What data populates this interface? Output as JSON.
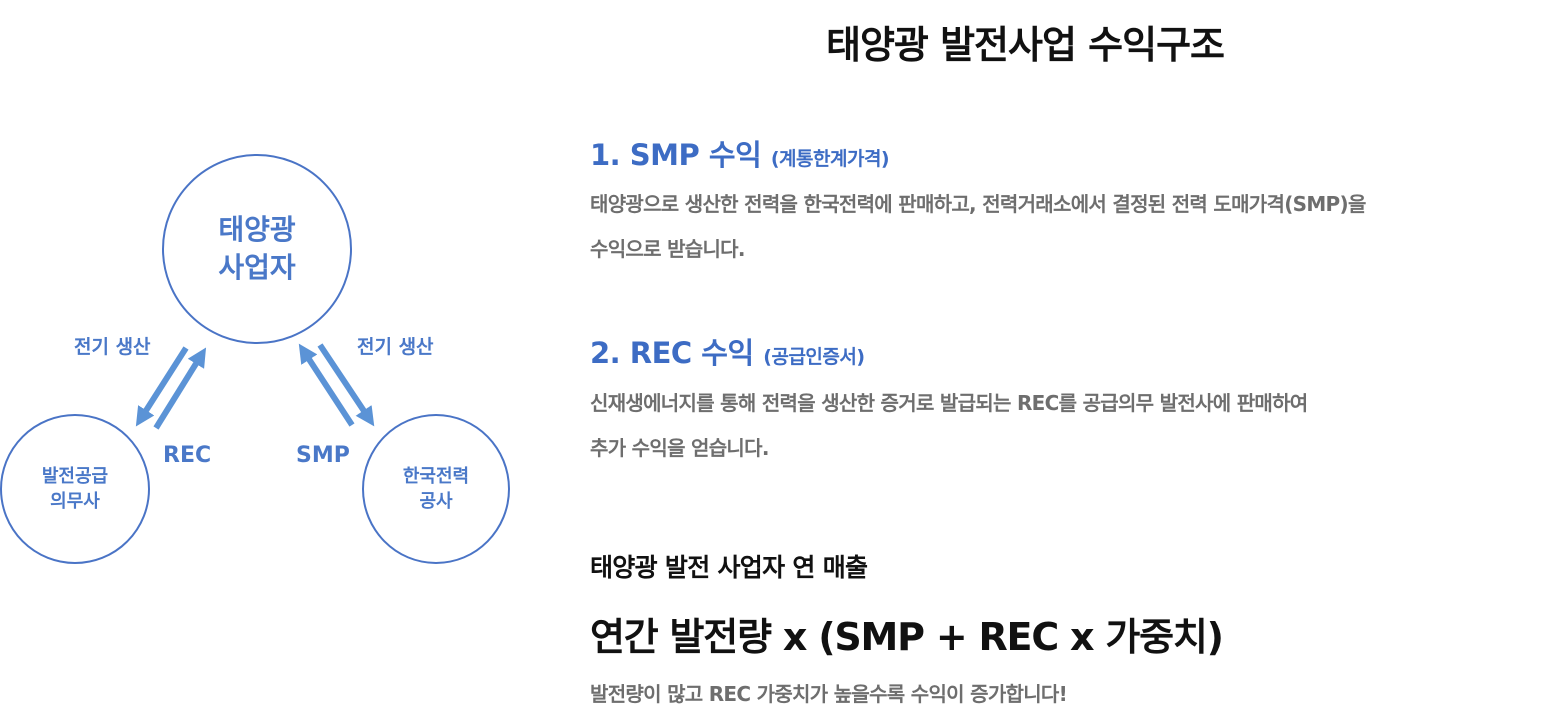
{
  "title": "태양광 발전사업 수익구조",
  "diagram": {
    "nodes": {
      "top": [
        "태양광",
        "사업자"
      ],
      "left": [
        "발전공급",
        "의무사"
      ],
      "right": [
        "한국전력",
        "공사"
      ]
    },
    "labels": {
      "left_generation": "전기 생산",
      "right_generation": "전기 생산",
      "rec": "REC",
      "smp": "SMP"
    },
    "colors": {
      "accent": "#4a78c8",
      "arrow": "#5b93d6",
      "circle_border": "#4a74c6"
    }
  },
  "sections": {
    "smp": {
      "heading": "1. SMP 수익",
      "subheading": "(계통한계가격)",
      "desc_line1": "태양광으로 생산한 전력을 한국전력에 판매하고, 전력거래소에서 결정된 전력 도매가격(SMP)을",
      "desc_line2": "수익으로 받습니다."
    },
    "rec": {
      "heading": "2. REC 수익",
      "subheading": "(공급인증서)",
      "desc_line1": "신재생에너지를 통해 전력을 생산한 증거로 발급되는 REC를 공급의무 발전사에 판매하여",
      "desc_line2": "추가 수익을 얻습니다."
    }
  },
  "revenue": {
    "label": "태양광 발전 사업자 연 매출",
    "formula": "연간 발전량 x (SMP + REC x 가중치)",
    "note": "발전량이 많고 REC 가중치가 높을수록 수익이 증가합니다!"
  }
}
